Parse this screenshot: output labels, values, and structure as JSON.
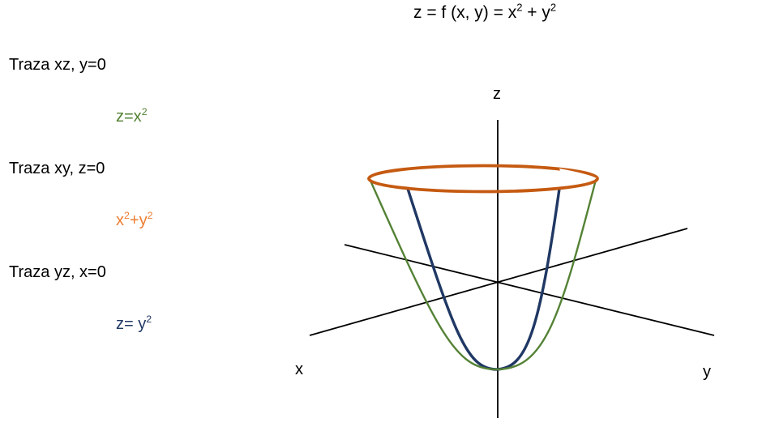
{
  "title": {
    "base": "z = f (x, y) = x",
    "exp1": "2",
    "mid": " + y",
    "exp2": "2"
  },
  "traces": [
    {
      "label": "Traza xz, y=0",
      "eq_base": "z=x",
      "eq_exp": "2",
      "color": "#548235"
    },
    {
      "label": "Traza xy, z=0",
      "eq_base": "x",
      "eq_exp": "2",
      "eq_mid": "+y",
      "eq_exp2": "2",
      "color": "#ED7D31"
    },
    {
      "label": "Traza yz, x=0",
      "eq_base": "z= y",
      "eq_exp": "2",
      "color": "#203864"
    }
  ],
  "axes": {
    "x": "x",
    "y": "y",
    "z": "z"
  },
  "colors": {
    "axis": "#000000",
    "xz_curve": "#548235",
    "yz_curve": "#203864",
    "ellipse": "#C55A11"
  }
}
